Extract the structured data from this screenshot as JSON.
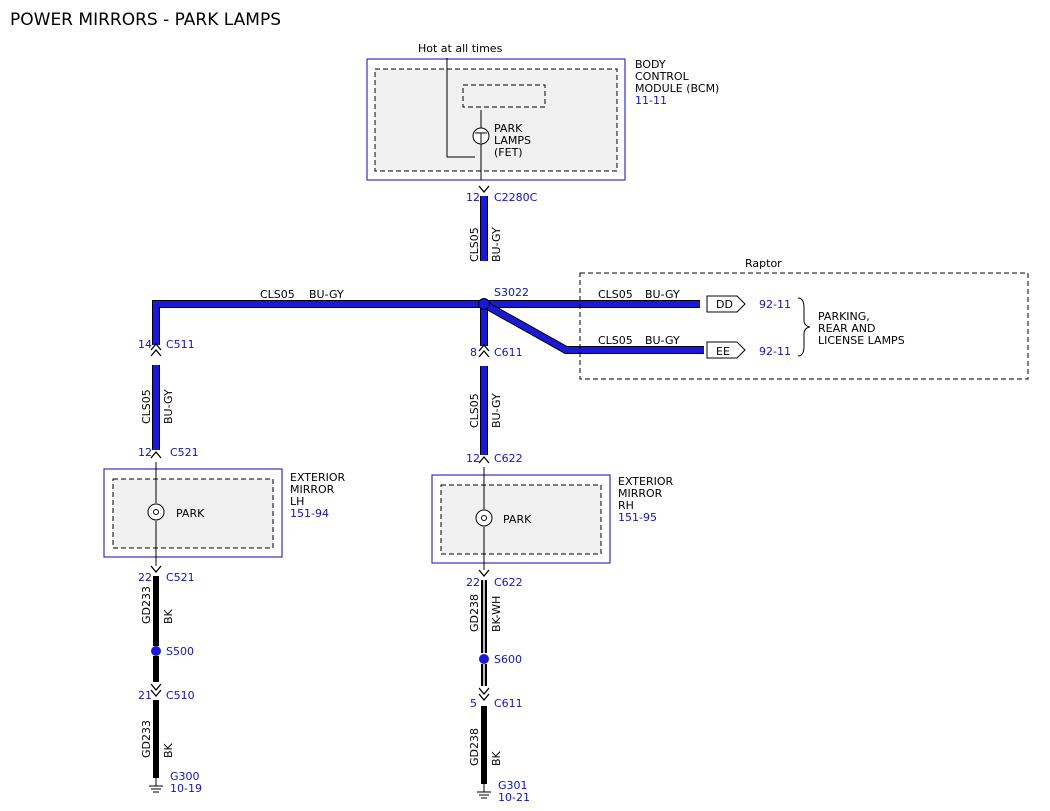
{
  "title": "POWER MIRRORS - PARK LAMPS",
  "bcm": {
    "hot_label": "Hot at all times",
    "name_lines": [
      "BODY",
      "CONTROL",
      "MODULE (BCM)"
    ],
    "ref": "11-11",
    "fet_lines": [
      "PARK",
      "LAMPS",
      "(FET)"
    ]
  },
  "connectors": {
    "bcm_pin": "12",
    "bcm_conn": "C2280C",
    "splice_main": "S3022",
    "c511_pin": "14",
    "c511": "C511",
    "c611_pin": "8",
    "c611": "C611",
    "c521_top_pin": "12",
    "c521_top": "C521",
    "c622_top_pin": "12",
    "c622_top": "C622",
    "c521_bot_pin": "22",
    "c521_bot": "C521",
    "c622_bot_pin": "22",
    "c622_bot": "C622",
    "s500": "S500",
    "s600": "S600",
    "c510_pin": "21",
    "c510": "C510",
    "c611b_pin": "5",
    "c611b": "C611",
    "g300": "G300",
    "g300_ref": "10-19",
    "g301": "G301",
    "g301_ref": "10-21"
  },
  "wires": {
    "circuit": "CLS05",
    "color": "BU-GY",
    "ground_circuit": "GD233",
    "ground_color_lh": "BK",
    "ground_circuit_rh": "GD238",
    "ground_color_rh": "BK-WH",
    "ground_color_rh2": "BK"
  },
  "raptor": {
    "label": "Raptor",
    "dd": "DD",
    "ee": "EE",
    "dd_ref": "92-11",
    "ee_ref": "92-11",
    "dest_lines": [
      "PARKING,",
      "REAR AND",
      "LICENSE LAMPS"
    ]
  },
  "mirror_lh": {
    "name_lines": [
      "EXTERIOR",
      "MIRROR",
      "LH"
    ],
    "ref": "151-94",
    "bulb": "PARK"
  },
  "mirror_rh": {
    "name_lines": [
      "EXTERIOR",
      "MIRROR",
      "RH"
    ],
    "ref": "151-95",
    "bulb": "PARK"
  }
}
